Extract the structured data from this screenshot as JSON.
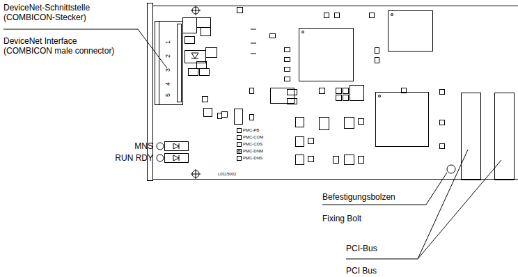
{
  "diagram": {
    "labels": [
      "DeviceNet-Schnittstelle (COMBICON-Stecker)",
      "DeviceNet Interface (COMBICON male connector)",
      "1",
      "2",
      "3",
      "4",
      "5",
      "MNS",
      "RUN RDY",
      "PMC-PB",
      "PMC-COM",
      "PMC-CDS",
      "PMC-DNM",
      "PMC-DNS",
      "L0115002",
      "Befestigungsbolzen",
      "Fixing Bolt",
      "PCI-Bus",
      "PCI Bus"
    ]
  }
}
